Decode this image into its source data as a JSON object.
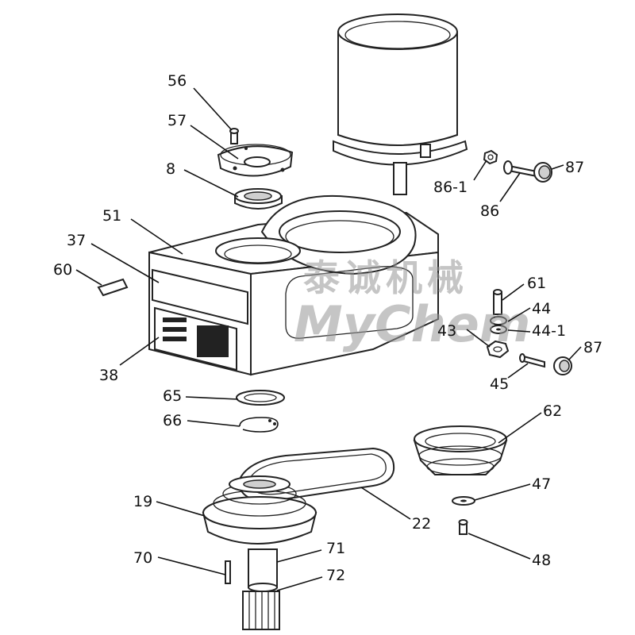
{
  "parts": [
    {
      "id": "p56",
      "label": "56"
    },
    {
      "id": "p57",
      "label": "57"
    },
    {
      "id": "p8",
      "label": "8"
    },
    {
      "id": "p51",
      "label": "51"
    },
    {
      "id": "p37",
      "label": "37"
    },
    {
      "id": "p60",
      "label": "60"
    },
    {
      "id": "p38",
      "label": "38"
    },
    {
      "id": "p65",
      "label": "65"
    },
    {
      "id": "p66",
      "label": "66"
    },
    {
      "id": "p19",
      "label": "19"
    },
    {
      "id": "p70",
      "label": "70"
    },
    {
      "id": "p71",
      "label": "71"
    },
    {
      "id": "p72",
      "label": "72"
    },
    {
      "id": "p22",
      "label": "22"
    },
    {
      "id": "p62",
      "label": "62"
    },
    {
      "id": "p47",
      "label": "47"
    },
    {
      "id": "p48",
      "label": "48"
    },
    {
      "id": "p61",
      "label": "61"
    },
    {
      "id": "p44",
      "label": "44"
    },
    {
      "id": "p44_1",
      "label": "44-1"
    },
    {
      "id": "p43",
      "label": "43"
    },
    {
      "id": "p45",
      "label": "45"
    },
    {
      "id": "p87a",
      "label": "87"
    },
    {
      "id": "p87b",
      "label": "87"
    },
    {
      "id": "p86",
      "label": "86"
    },
    {
      "id": "p86_1",
      "label": "86-1"
    }
  ],
  "watermark": {
    "chinese": "泰诚机械",
    "latin": "MyChem"
  }
}
